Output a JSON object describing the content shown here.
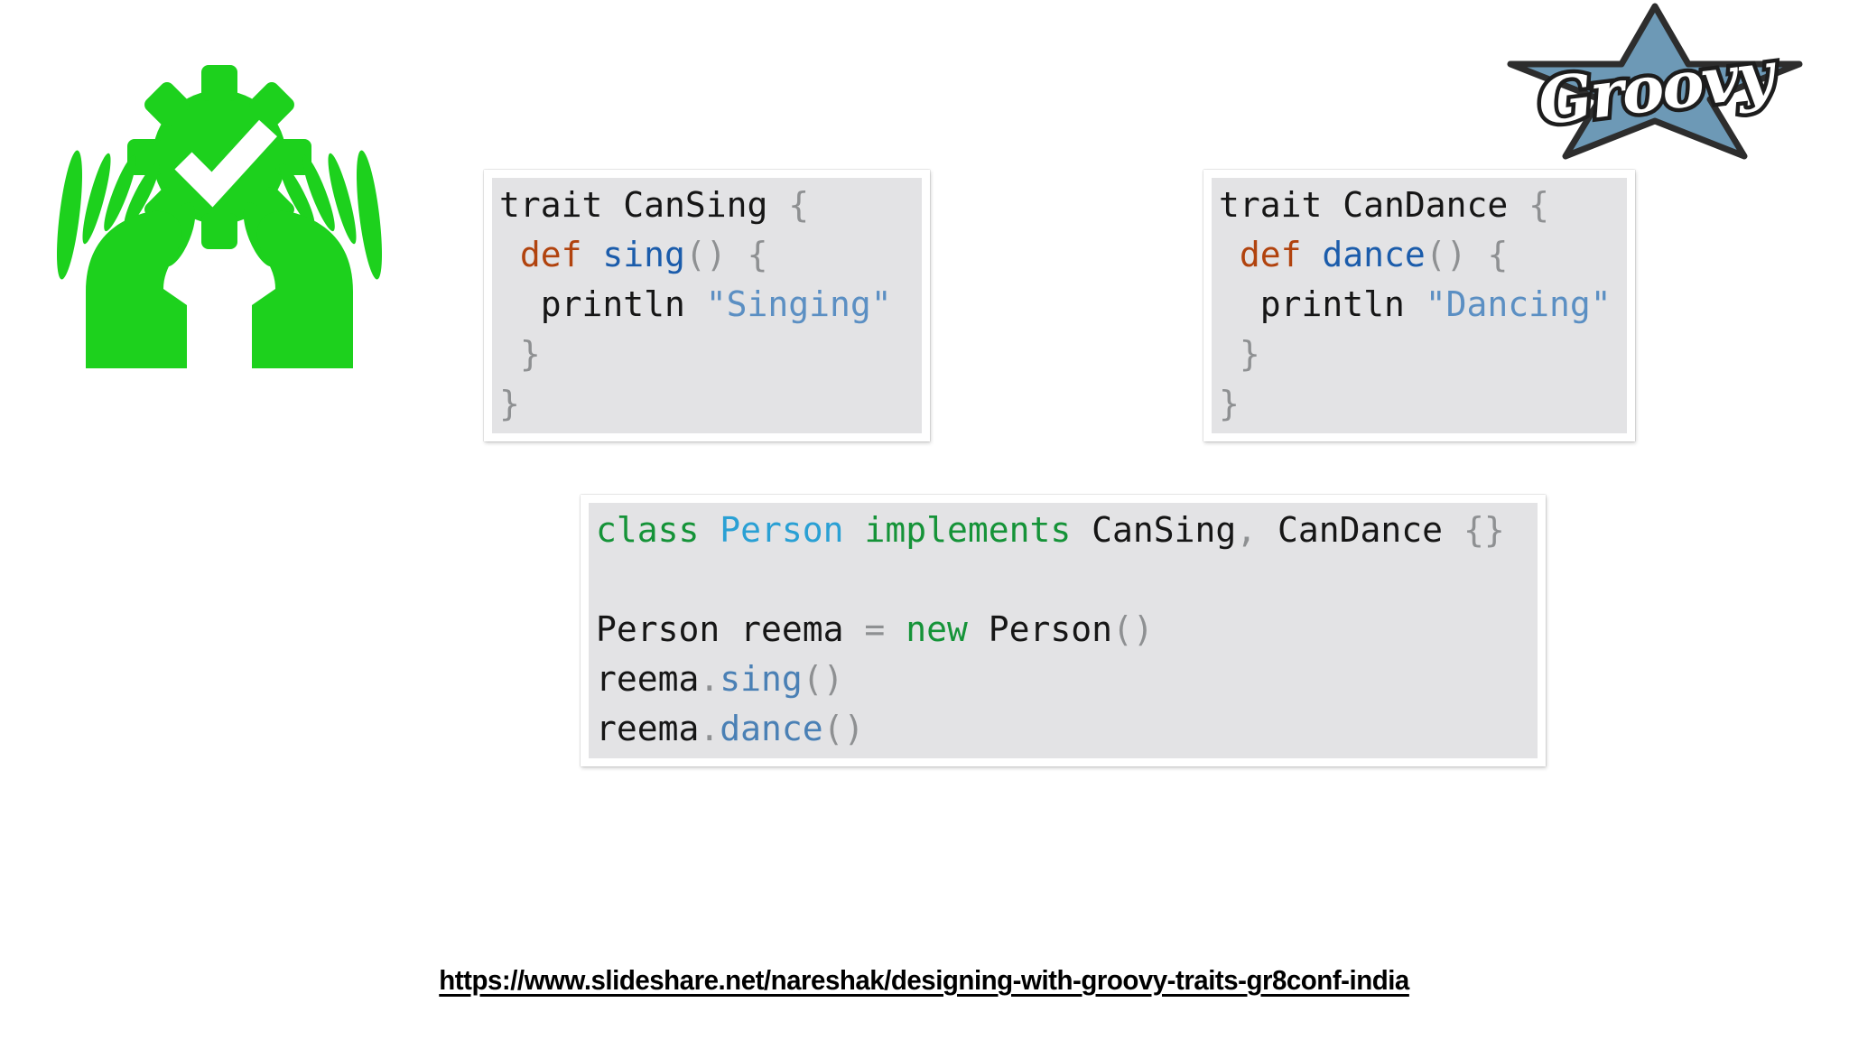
{
  "slide": {
    "background": "#ffffff",
    "colors": {
      "hands_green": "#1dd11d",
      "star_blue": "#6d99b6",
      "star_outline": "#2d2d2d",
      "card_background": "#e3e3e5",
      "card_frame": "#ffffff",
      "url_text": "#000000"
    },
    "code_palette": {
      "plain": "#161616",
      "punct": "#8e9092",
      "kw_red": "#b1430e",
      "kw_green": "#159338",
      "def_blue": "#1b5cab",
      "type_cyan": "#2aa0d4",
      "call_blue": "#4a80b5",
      "string": "#5b8fc3"
    },
    "groovy_logo": {
      "text": "Groovy"
    },
    "hands_icon": {
      "meaning": "hands-holding-gear-with-checkmark"
    },
    "code_boxes": [
      {
        "name": "trait-cansing",
        "lines": [
          [
            {
              "t": "trait CanSing ",
              "s": "plain"
            },
            {
              "t": "{",
              "s": "punct"
            }
          ],
          [
            {
              "t": " ",
              "s": "plain"
            },
            {
              "t": "def",
              "s": "kw_red"
            },
            {
              "t": " ",
              "s": "plain"
            },
            {
              "t": "sing",
              "s": "def_blue"
            },
            {
              "t": "()",
              "s": "punct"
            },
            {
              "t": " ",
              "s": "plain"
            },
            {
              "t": "{",
              "s": "punct"
            }
          ],
          [
            {
              "t": "  println ",
              "s": "plain"
            },
            {
              "t": "\"Singing\"",
              "s": "string"
            }
          ],
          [
            {
              "t": " }",
              "s": "punct"
            }
          ],
          [
            {
              "t": "}",
              "s": "punct"
            }
          ]
        ]
      },
      {
        "name": "trait-candance",
        "lines": [
          [
            {
              "t": "trait CanDance ",
              "s": "plain"
            },
            {
              "t": "{",
              "s": "punct"
            }
          ],
          [
            {
              "t": " ",
              "s": "plain"
            },
            {
              "t": "def",
              "s": "kw_red"
            },
            {
              "t": " ",
              "s": "plain"
            },
            {
              "t": "dance",
              "s": "def_blue"
            },
            {
              "t": "()",
              "s": "punct"
            },
            {
              "t": " ",
              "s": "plain"
            },
            {
              "t": "{",
              "s": "punct"
            }
          ],
          [
            {
              "t": "  println ",
              "s": "plain"
            },
            {
              "t": "\"Dancing\"",
              "s": "string"
            }
          ],
          [
            {
              "t": " }",
              "s": "punct"
            }
          ],
          [
            {
              "t": "}",
              "s": "punct"
            }
          ]
        ]
      },
      {
        "name": "class-person",
        "lines": [
          [
            {
              "t": "class",
              "s": "kw_green"
            },
            {
              "t": " ",
              "s": "plain"
            },
            {
              "t": "Person",
              "s": "type_cyan"
            },
            {
              "t": " ",
              "s": "plain"
            },
            {
              "t": "implements",
              "s": "kw_green"
            },
            {
              "t": " CanSing",
              "s": "plain"
            },
            {
              "t": ",",
              "s": "punct"
            },
            {
              "t": " CanDance ",
              "s": "plain"
            },
            {
              "t": "{}",
              "s": "punct"
            }
          ],
          [],
          [
            {
              "t": "Person reema ",
              "s": "plain"
            },
            {
              "t": "=",
              "s": "punct"
            },
            {
              "t": " ",
              "s": "plain"
            },
            {
              "t": "new",
              "s": "kw_green"
            },
            {
              "t": " Person",
              "s": "plain"
            },
            {
              "t": "()",
              "s": "punct"
            }
          ],
          [
            {
              "t": "reema",
              "s": "plain"
            },
            {
              "t": ".",
              "s": "punct"
            },
            {
              "t": "sing",
              "s": "call_blue"
            },
            {
              "t": "()",
              "s": "punct"
            }
          ],
          [
            {
              "t": "reema",
              "s": "plain"
            },
            {
              "t": ".",
              "s": "punct"
            },
            {
              "t": "dance",
              "s": "call_blue"
            },
            {
              "t": "()",
              "s": "punct"
            }
          ]
        ]
      }
    ],
    "source_link": {
      "text": "https://www.slideshare.net/nareshak/designing-with-groovy-traits-gr8conf-india"
    }
  }
}
